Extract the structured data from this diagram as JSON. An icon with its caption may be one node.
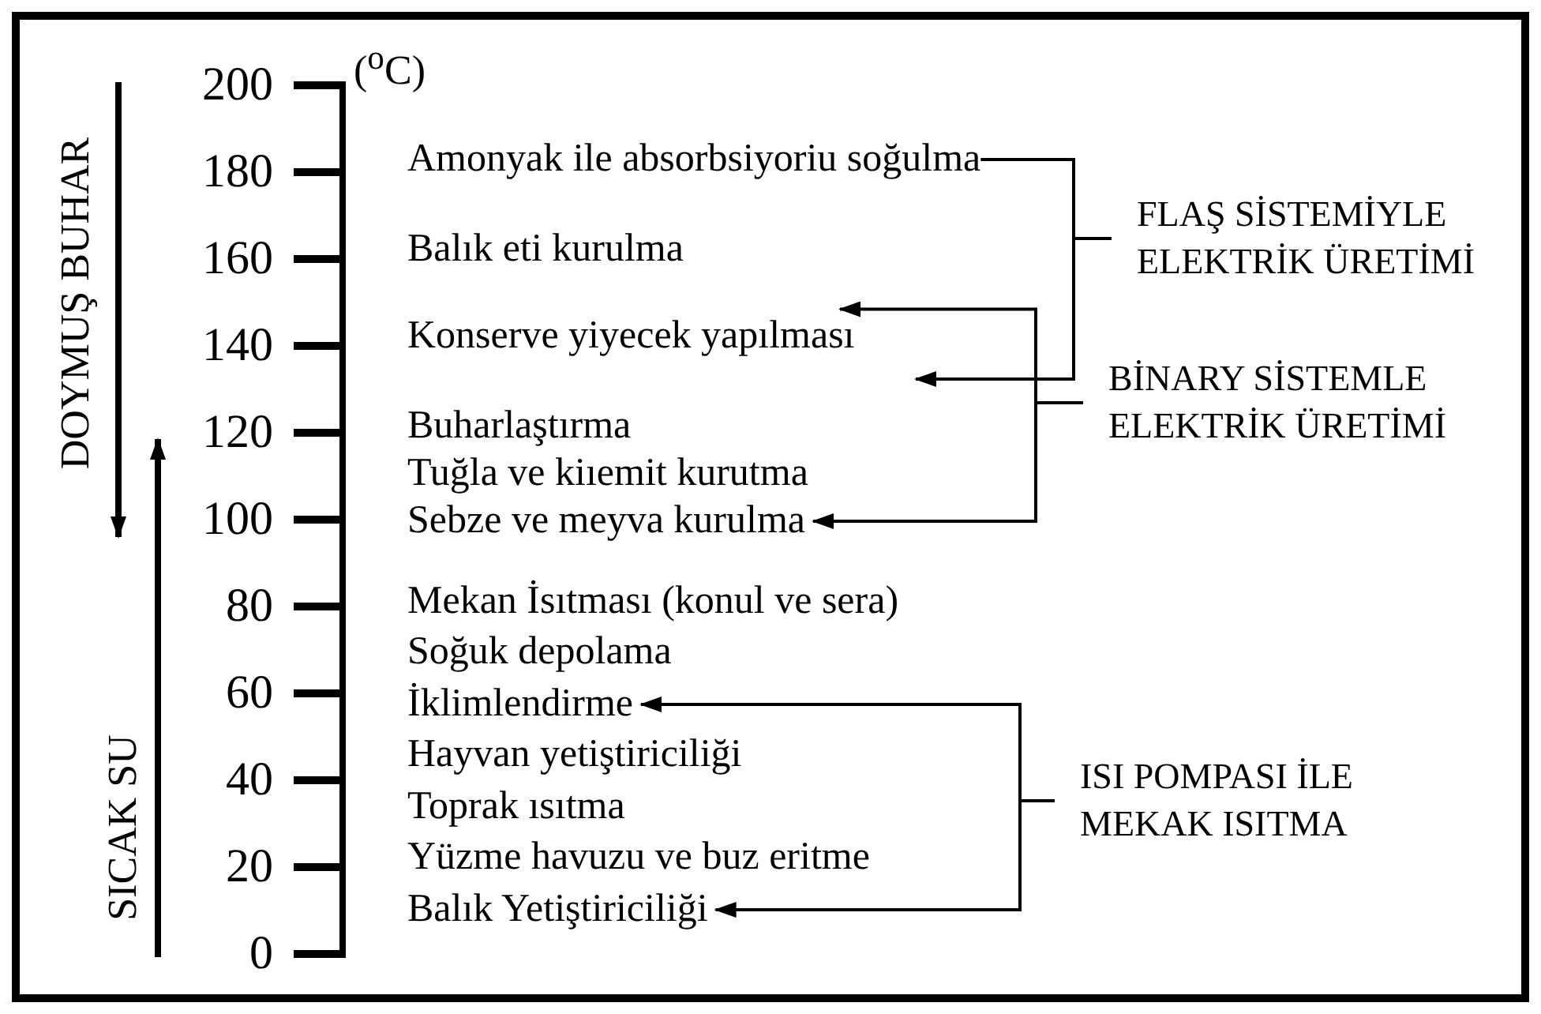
{
  "diagram": {
    "nodes": [
      {
        "text": [
          "Amonyak ile absorbsiyoriu soğulma"
        ]
      },
      {
        "text": [
          "FLAŞ SİSTEMİYLE ELEKTRİK ÜRETİMİ"
        ]
      },
      {
        "text": [
          "Konserve yiyecek yapılması"
        ]
      },
      {
        "text": [
          "BİNARY SİSTEMLE ELEKTRİK ÜRETİMİ"
        ]
      },
      {
        "text": [
          "Sebze ve meyva kurulma"
        ]
      },
      {
        "text": [
          "İklimlendirme"
        ]
      },
      {
        "text": [
          "ISI POMPASI İLE MEKAK ISITMA"
        ]
      },
      {
        "text": [
          "Balık Yetiştiriciliği"
        ]
      }
    ],
    "edges": [
      {
        "from": 1,
        "to": 0,
        "arrow": "none"
      },
      {
        "from": 1,
        "to": null,
        "arrow": "to"
      },
      {
        "from": 3,
        "to": 2,
        "arrow": "to"
      },
      {
        "from": 3,
        "to": 4,
        "arrow": "to"
      },
      {
        "from": 6,
        "to": 5,
        "arrow": "to"
      },
      {
        "from": 6,
        "to": 7,
        "arrow": "to"
      }
    ],
    "labels": [
      "($^{o}$C)",
      "200",
      "180",
      "160",
      "140",
      "120",
      "100",
      "80",
      "60",
      "40",
      "20",
      "0",
      "DOYMUŞ BUHAR",
      "SICAK SU",
      "Balık eti kurulma",
      "Buharlaştırma",
      "Tuğla ve kiıemit kurutma",
      "Mekan İsıtması (konul ve sera)",
      "Soğuk depolama",
      "Hayvan yetiştiriciliği",
      "Toprak ısıtma",
      "Yüzme havuzu ve buz eritme"
    ]
  }
}
